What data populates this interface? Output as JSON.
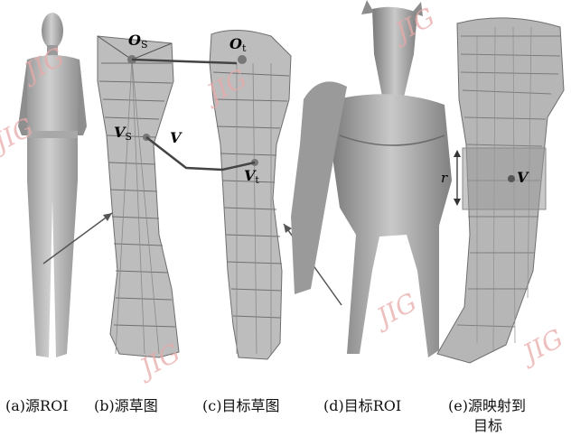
{
  "watermark": "JIG",
  "labels": {
    "os_main": "O",
    "os_sub": "S",
    "ot_main": "O",
    "ot_sub": "t",
    "vs_main": "V",
    "vs_sub": "S",
    "v_b": "V",
    "vt_main": "V",
    "vt_sub": "t",
    "v_e": "V",
    "r": "r"
  },
  "captions": {
    "a": "(a)源ROI",
    "b": "(b)源草图",
    "c": "(c)目标草图",
    "d": "(d)目标ROI",
    "e_line1": "(e)源映射到",
    "e_line2": "目标"
  },
  "colors": {
    "mesh_fill": "#b8b8b8",
    "mesh_dark": "#6e6e6e",
    "watermark": "#e8a9a9",
    "roi_box": "#9a9a9a"
  }
}
